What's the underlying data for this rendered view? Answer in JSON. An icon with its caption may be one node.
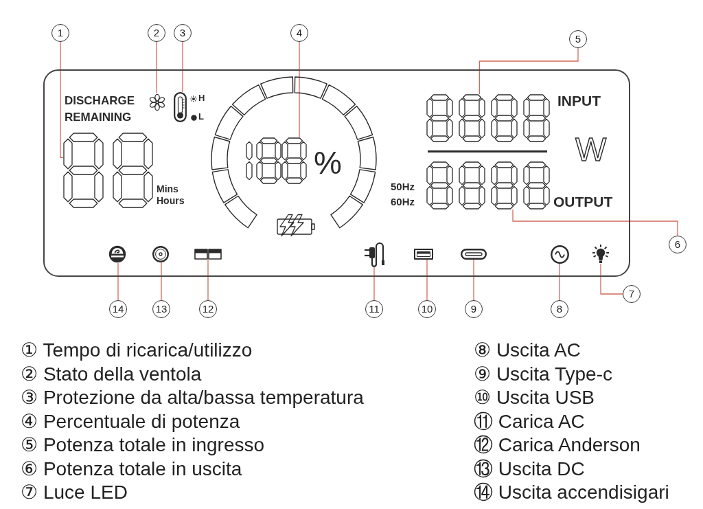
{
  "diagram": {
    "nodes": [
      {
        "text": [
          "1"
        ]
      },
      {
        "text": [
          "2"
        ]
      },
      {
        "text": [
          "3"
        ]
      },
      {
        "text": [
          "4"
        ]
      },
      {
        "text": [
          "5"
        ]
      },
      {
        "text": [
          "DISCHARGE REMAINING",
          "H",
          "L",
          "INPUT",
          "W",
          "Mins Hours",
          "%",
          "50Hz 60Hz",
          "OUTPUT"
        ]
      },
      {
        "text": [],
        "shape": "picture",
        "in": 5
      },
      {
        "text": [],
        "shape": "picture",
        "in": 5
      },
      {
        "text": [],
        "shape": "picture",
        "in": 5
      },
      {
        "text": [],
        "shape": "picture",
        "in": 5
      },
      {
        "text": [],
        "shape": "picture",
        "in": 5
      },
      {
        "text": [],
        "shape": "picture",
        "in": 5
      },
      {
        "text": [],
        "shape": "picture",
        "in": 5
      },
      {
        "text": [],
        "shape": "picture",
        "in": 5
      },
      {
        "text": [],
        "shape": "picture",
        "in": 5
      },
      {
        "text": [],
        "shape": "picture",
        "in": 5
      },
      {
        "text": [],
        "shape": "picture",
        "in": 5
      },
      {
        "text": [],
        "shape": "picture",
        "in": 5
      },
      {
        "text": [],
        "shape": "picture",
        "in": 5
      },
      {
        "text": [],
        "shape": "picture",
        "in": 5
      },
      {
        "text": [
          "6"
        ]
      },
      {
        "text": [
          "7"
        ]
      },
      {
        "text": [
          "14"
        ]
      },
      {
        "text": [
          "13"
        ]
      },
      {
        "text": [
          "12"
        ]
      },
      {
        "text": [
          "11"
        ]
      },
      {
        "text": [
          "10"
        ]
      },
      {
        "text": [
          "9"
        ]
      },
      {
        "text": [
          "8"
        ]
      }
    ],
    "edges": [
      {
        "from": 0,
        "to": 6,
        "arrow": "none"
      },
      {
        "from": 1,
        "to": 7,
        "arrow": "none"
      },
      {
        "from": 2,
        "to": 8,
        "arrow": "none"
      },
      {
        "from": 3,
        "to": 9,
        "arrow": "none"
      },
      {
        "from": 4,
        "to": 10,
        "arrow": "none"
      },
      {
        "from": 20,
        "to": 11,
        "arrow": "none"
      },
      {
        "from": 21,
        "to": 19,
        "arrow": "none"
      },
      {
        "from": 22,
        "to": 12,
        "arrow": "none"
      },
      {
        "from": 23,
        "to": 13,
        "arrow": "none"
      },
      {
        "from": 24,
        "to": 14,
        "arrow": "none"
      },
      {
        "from": 25,
        "to": 15,
        "arrow": "none"
      },
      {
        "from": 26,
        "to": 16,
        "arrow": "none"
      },
      {
        "from": 27,
        "to": 17,
        "arrow": "none"
      },
      {
        "from": 28,
        "to": 18,
        "arrow": "none"
      }
    ],
    "labels": [
      "① Tempo di ricarica/utilizzo",
      "② Stato della ventola",
      "③ Protezione da alta/bassa temperatura",
      "④ Percentuale di potenza",
      "⑤ Potenza totale in ingresso",
      "⑥ Potenza totale in uscita",
      "⑦ Luce LED",
      "⑧ Uscita AC",
      "⑨ Uscita Type-c",
      "⑩ Uscita USB",
      "⑪ Carica AC",
      "⑫ Carica Anderson",
      "⑬ Uscita DC",
      "⑭ Uscita accendisigari"
    ]
  }
}
